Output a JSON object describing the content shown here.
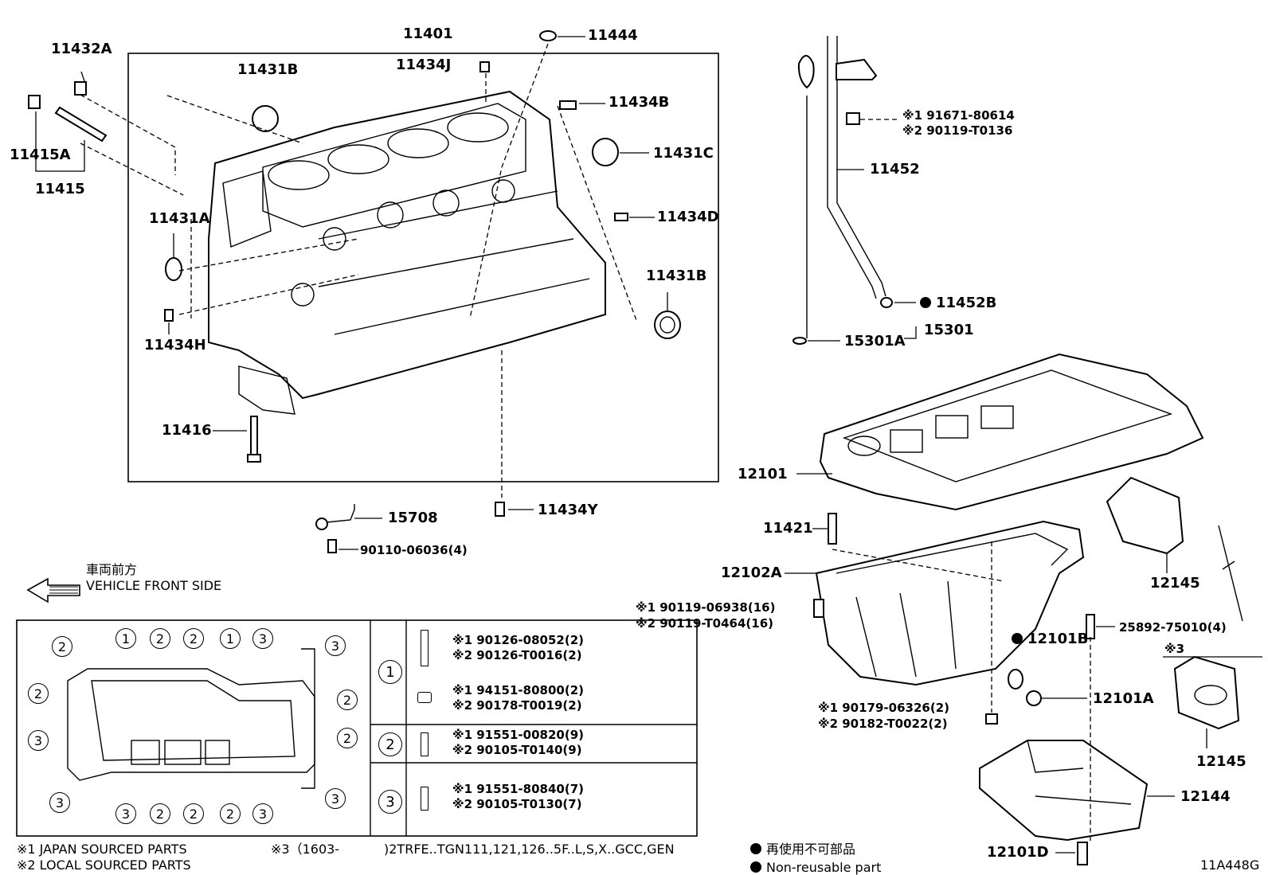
{
  "callouts": {
    "p11432A": "11432A",
    "p11415A": "11415A",
    "p11415": "11415",
    "p11401": "11401",
    "p11434J": "11434J",
    "p11444": "11444",
    "p11431B_top": "11431B",
    "p11434B": "11434B",
    "p11431C": "11431C",
    "p11431A": "11431A",
    "p11434D": "11434D",
    "p11431B_right": "11431B",
    "p11434H": "11434H",
    "p11416": "11416",
    "p11434Y": "11434Y",
    "p15708": "15708",
    "p90110": "90110-06036(4)",
    "p11452": "11452",
    "p11452B": "11452B",
    "p15301": "15301",
    "p15301A": "15301A",
    "p12101": "12101",
    "p11421": "11421",
    "p12102A": "12102A",
    "p12145_top": "12145",
    "p12101B": "12101B",
    "p25892": "25892-75010(4)",
    "p12101A": "12101A",
    "p12145_bottom": "12145",
    "p12144": "12144",
    "p12101D": "12101D"
  },
  "alt_parts": {
    "bracket_bolt": [
      "※1 91671-80614",
      "※2 90119-T0136"
    ],
    "pan_bolt": [
      "※1 90119-06938(16)",
      "※2 90119-T0464(16)"
    ],
    "pan_nut": [
      "※1 90179-06326(2)",
      "※2 90182-T0022(2)"
    ],
    "note3": "※3"
  },
  "direction": {
    "jp": "車両前方",
    "en": "VEHICLE FRONT SIDE"
  },
  "bolt_table": [
    {
      "key": "1",
      "groups": [
        [
          "※1 90126-08052(2)",
          "※2 90126-T0016(2)"
        ],
        [
          "※1 94151-80800(2)",
          "※2 90178-T0019(2)"
        ]
      ]
    },
    {
      "key": "2",
      "groups": [
        [
          "※1 91551-00820(9)",
          "※2 90105-T0140(9)"
        ]
      ]
    },
    {
      "key": "3",
      "groups": [
        [
          "※1 91551-80840(7)",
          "※2 90105-T0130(7)"
        ]
      ]
    }
  ],
  "pan_markers": {
    "top_row": [
      "1",
      "2",
      "2",
      "1",
      "3",
      "3"
    ],
    "left_col": [
      "2",
      "2",
      "3",
      "3"
    ],
    "right_col": [
      "2",
      "2",
      "3"
    ],
    "bottom_row": [
      "3",
      "2",
      "2",
      "2",
      "3"
    ]
  },
  "footer": {
    "note1": "※1 JAPAN SOURCED PARTS",
    "note2": "※2 LOCAL SOURCED PARTS",
    "note3": "※3（1603-",
    "model_line": ")2TRFE..TGN111,121,126..5F..L,S,X..GCC,GEN",
    "legend_jp": "再使用不可部品",
    "legend_en": "Non-reusable part",
    "diagram_code": "11A448G"
  }
}
